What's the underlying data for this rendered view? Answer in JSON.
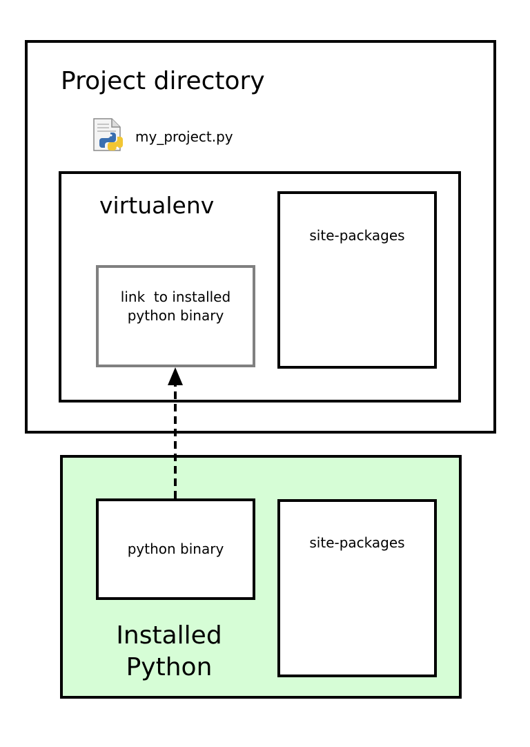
{
  "project": {
    "title": "Project directory",
    "file_name": "my_project.py",
    "file_icon": "python-file-icon"
  },
  "virtualenv": {
    "title": "virtualenv",
    "link_label": "link  to installed\npython binary",
    "site_packages_label": "site-packages"
  },
  "installed_python": {
    "title": "Installed\nPython",
    "binary_label": "python binary",
    "site_packages_label": "site-packages",
    "background_color": "#d6fdd6"
  },
  "arrow": {
    "style": "dashed",
    "from": "python binary",
    "to": "link  to installed python binary"
  }
}
